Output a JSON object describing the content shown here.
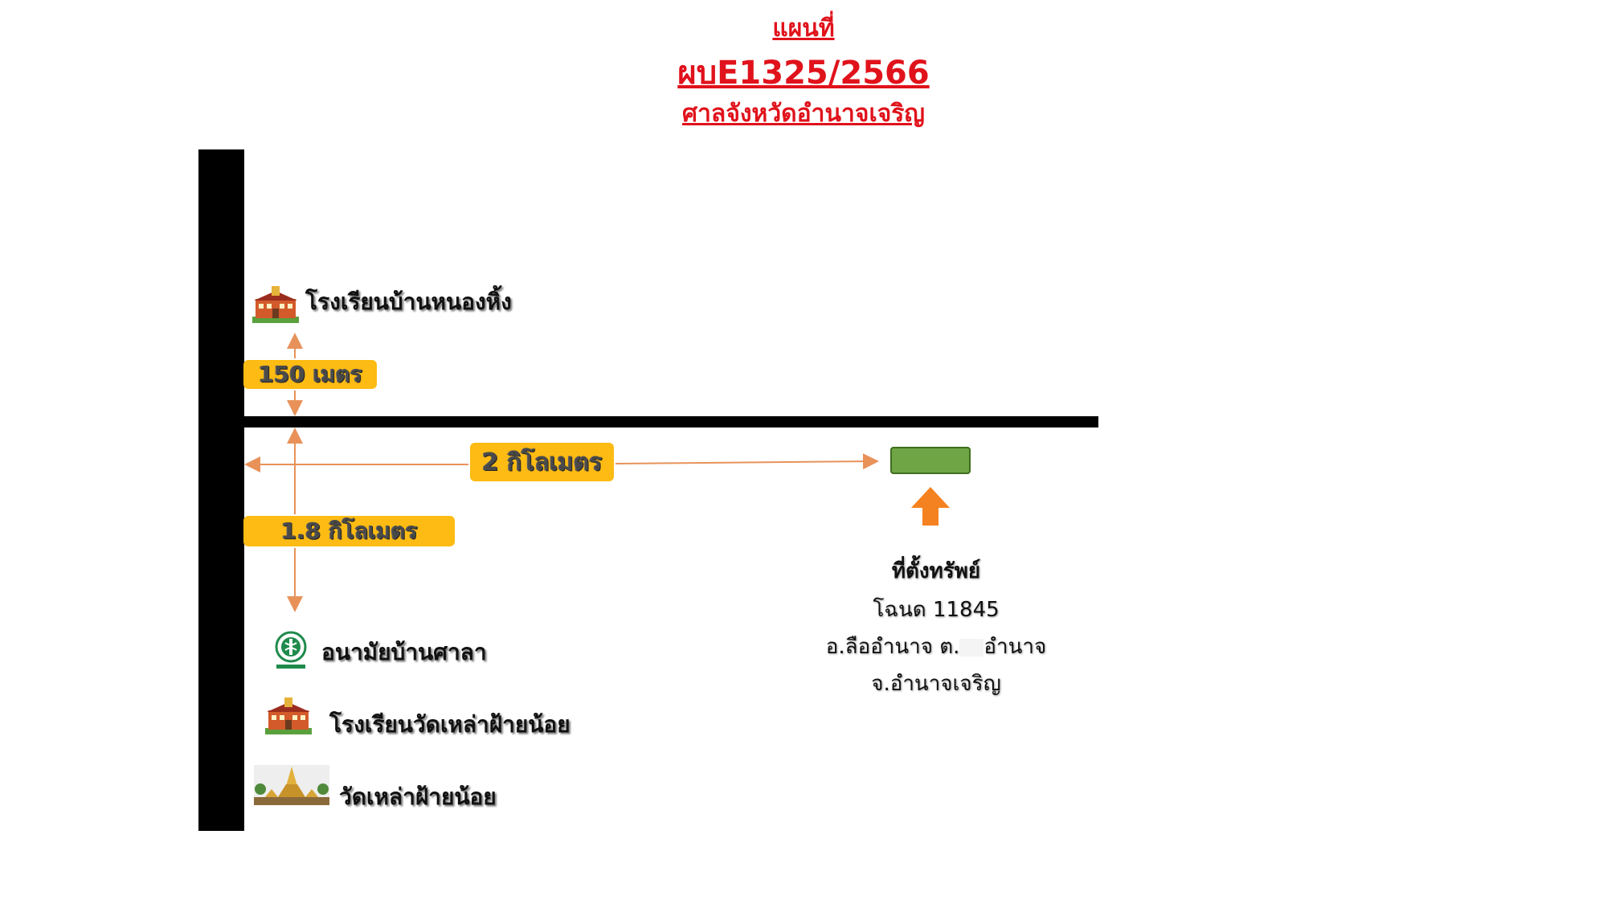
{
  "header": {
    "line1": "แผนที่",
    "line2": "ผบE1325/2566",
    "line3": "ศาลจังหวัดอำนาจเจริญ"
  },
  "distances": {
    "school_to_road": "150 เมตร",
    "road_to_property": "2 กิโลเมตร",
    "road_to_health_center": "1.8 กิโลเมตร"
  },
  "landmarks": {
    "school_nonghin": "โรงเรียนบ้านหนองหิ้ง",
    "health_center": "อนามัยบ้านศาลา",
    "school_wat": "โรงเรียนวัดเหล่าฝ้ายน้อย",
    "temple": "วัดเหล่าฝ้ายน้อย"
  },
  "property": {
    "title": "ที่ตั้งทรัพย์",
    "deed": "โฉนด 11845",
    "district_prefix": "อ.ลืออำนาจ ต.",
    "district_suffix": "อำนาจ",
    "province": "จ.อำนาจเจริญ"
  },
  "colors": {
    "title": "#e0121b",
    "label_bg": "#fdbb13",
    "arrow_line": "#e8925a",
    "plot": "#6fa544",
    "pointer": "#f58220"
  },
  "icons": {
    "school": "school-building-icon",
    "health": "health-dept-logo-icon",
    "temple": "temple-pagoda-icon",
    "pointer": "up-arrow-icon"
  }
}
